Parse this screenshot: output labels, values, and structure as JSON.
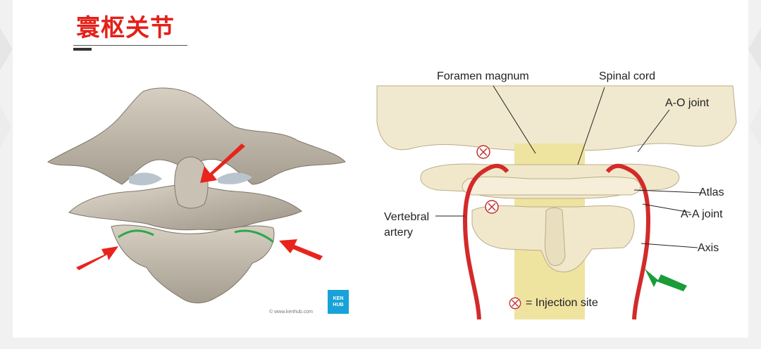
{
  "page": {
    "title": "寰枢关节"
  },
  "left_figure": {
    "watermark": "© www.kenhub.com",
    "logo": "KEN HUB",
    "colors": {
      "highlight_joint": "#2aa84a",
      "arrow": "#e8241c"
    }
  },
  "right_figure": {
    "labels": {
      "foramen_magnum": "Foramen magnum",
      "spinal_cord": "Spinal cord",
      "ao_joint": "A-O joint",
      "atlas": "Atlas",
      "aa_joint": "A-A joint",
      "axis": "Axis",
      "vertebral_artery_line1": "Vertebral",
      "vertebral_artery_line2": "artery"
    },
    "legend": "= Injection site",
    "colors": {
      "artery": "#d32a2a",
      "green_arrow": "#1a9c3a"
    }
  }
}
